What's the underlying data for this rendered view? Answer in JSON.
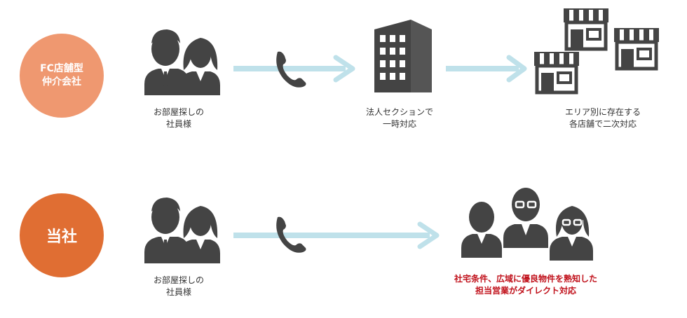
{
  "colors": {
    "fc_circle": "#ef9870",
    "own_circle": "#e06e33",
    "arrow": "#bfe1ea",
    "icon": "#444444",
    "highlight_text": "#c0101a"
  },
  "rows": [
    {
      "label_lines": [
        "FC店舗型",
        "仲介会社"
      ],
      "steps": [
        {
          "icon": "two-employees-icon",
          "text": [
            "お部屋探しの",
            "社員様"
          ]
        },
        {
          "icon": "office-building-icon",
          "text": [
            "法人セクションで",
            "一時対応"
          ]
        },
        {
          "icon": "store-icons",
          "text": [
            "エリア別に存在する",
            "各店舗で二次対応"
          ]
        }
      ]
    },
    {
      "label_lines": [
        "当社"
      ],
      "steps": [
        {
          "icon": "two-employees-icon",
          "text": [
            "お部屋探しの",
            "社員様"
          ]
        },
        {
          "icon": "three-staff-icon",
          "text": [
            "社宅条件、広域に優良物件を熟知した",
            "担当営業がダイレクト対応"
          ]
        }
      ]
    }
  ]
}
